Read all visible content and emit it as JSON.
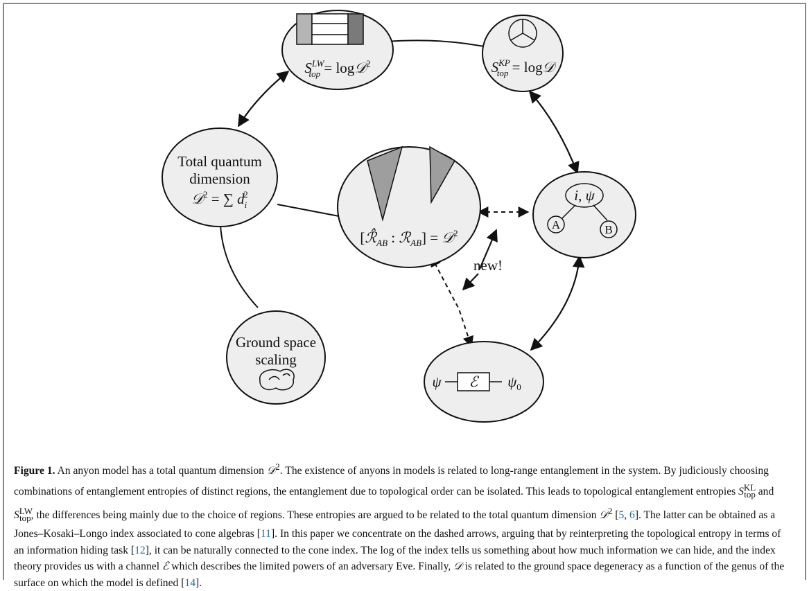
{
  "nodes": {
    "lw": {
      "label_html": "<tspan class=\"ital\">S</tspan><tspan class=\"ital small\" dy=\"-9\">LW</tspan><tspan class=\"ital small\" dx=\"-22\" dy=\"15\">top</tspan><tspan dy=\"-6\"> = log</tspan><tspan class=\"ital\">𝒟</tspan><tspan class=\"small\" dy=\"-9\">2</tspan>"
    },
    "kp": {
      "label_html": "<tspan class=\"ital\">S</tspan><tspan class=\"ital small\" dy=\"-9\">KP</tspan><tspan class=\"ital small\" dx=\"-19\" dy=\"15\">top</tspan><tspan dy=\"-6\"> = log</tspan><tspan class=\"ital\">𝒟</tspan>"
    },
    "total": {
      "line1": "Total quantum",
      "line2": "dimension",
      "line3_html": "<tspan class=\"ital\">𝒟</tspan><tspan class=\"small\" dy=\"-9\">2</tspan><tspan dy=\"9\"> = ∑ </tspan><tspan class=\"ital\">d</tspan><tspan class=\"ital small\" dy=\"6\">i</tspan><tspan class=\"small\" dx=\"-5\" dy=\"-15\">2</tspan>"
    },
    "index": {
      "label_html": "[<tspan class=\"ital\">ℛ̂</tspan><tspan class=\"ital small\" dy=\"5\">AB</tspan><tspan dy=\"-5\"> : </tspan><tspan class=\"ital\">ℛ</tspan><tspan class=\"ital small\" dy=\"5\">AB</tspan><tspan dy=\"-5\">] = </tspan><tspan class=\"ital\">𝒟</tspan><tspan class=\"small\" dy=\"-9\">2</tspan>"
    },
    "fusion": {
      "top_html": "<tspan class=\"ital\">i</tspan>, <tspan class=\"ital\">ψ</tspan>",
      "a": "A",
      "b": "B"
    },
    "ground": {
      "line1": "Ground space",
      "line2": "scaling"
    },
    "channel": {
      "left": "ψ",
      "box": "ℰ",
      "right_html": "<tspan class=\"ital\">ψ</tspan><tspan class=\"small\" dy=\"5\">0</tspan>"
    }
  },
  "new_label": "new!",
  "caption": {
    "label": "Figure 1.",
    "text_html": " An anyon model has a total quantum dimension <i>𝒟</i><sup>2</sup>. The existence of anyons in models is related to long-range entanglement in the system. By judiciously choosing combinations of entanglement entropies of distinct regions, the entanglement due to topological order can be isolated. This leads to topological entanglement entropies <i>S</i><sup>KL</sup><sub style=\"margin-left:-17px\">top</sub> and <i>S</i><sup>LW</sup><sub style=\"margin-left:-19px\">top</sub>, the differences being mainly due to the choice of regions. These entropies are argued to be related to the total quantum dimension <i>𝒟</i><sup>2</sup> [<span class=\"ref\">5</span>, <span class=\"ref\">6</span>]. The latter can be obtained as a Jones–Kosaki–Longo index associated to cone algebras [<span class=\"ref\">11</span>]. In this paper we concentrate on the dashed arrows, arguing that by reinterpreting the topological entropy in terms of an information hiding task [<span class=\"ref\">12</span>], it can be naturally connected to the cone index. The log of the index tells us something about how much information we can hide, and the index theory provides us with a channel <i>ℰ</i> which describes the limited powers of an adversary Eve. Finally, <i>𝒟</i> is related to the ground space degeneracy as a function of the genus of the surface on which the model is defined [<span class=\"ref\">14</span>]."
  }
}
